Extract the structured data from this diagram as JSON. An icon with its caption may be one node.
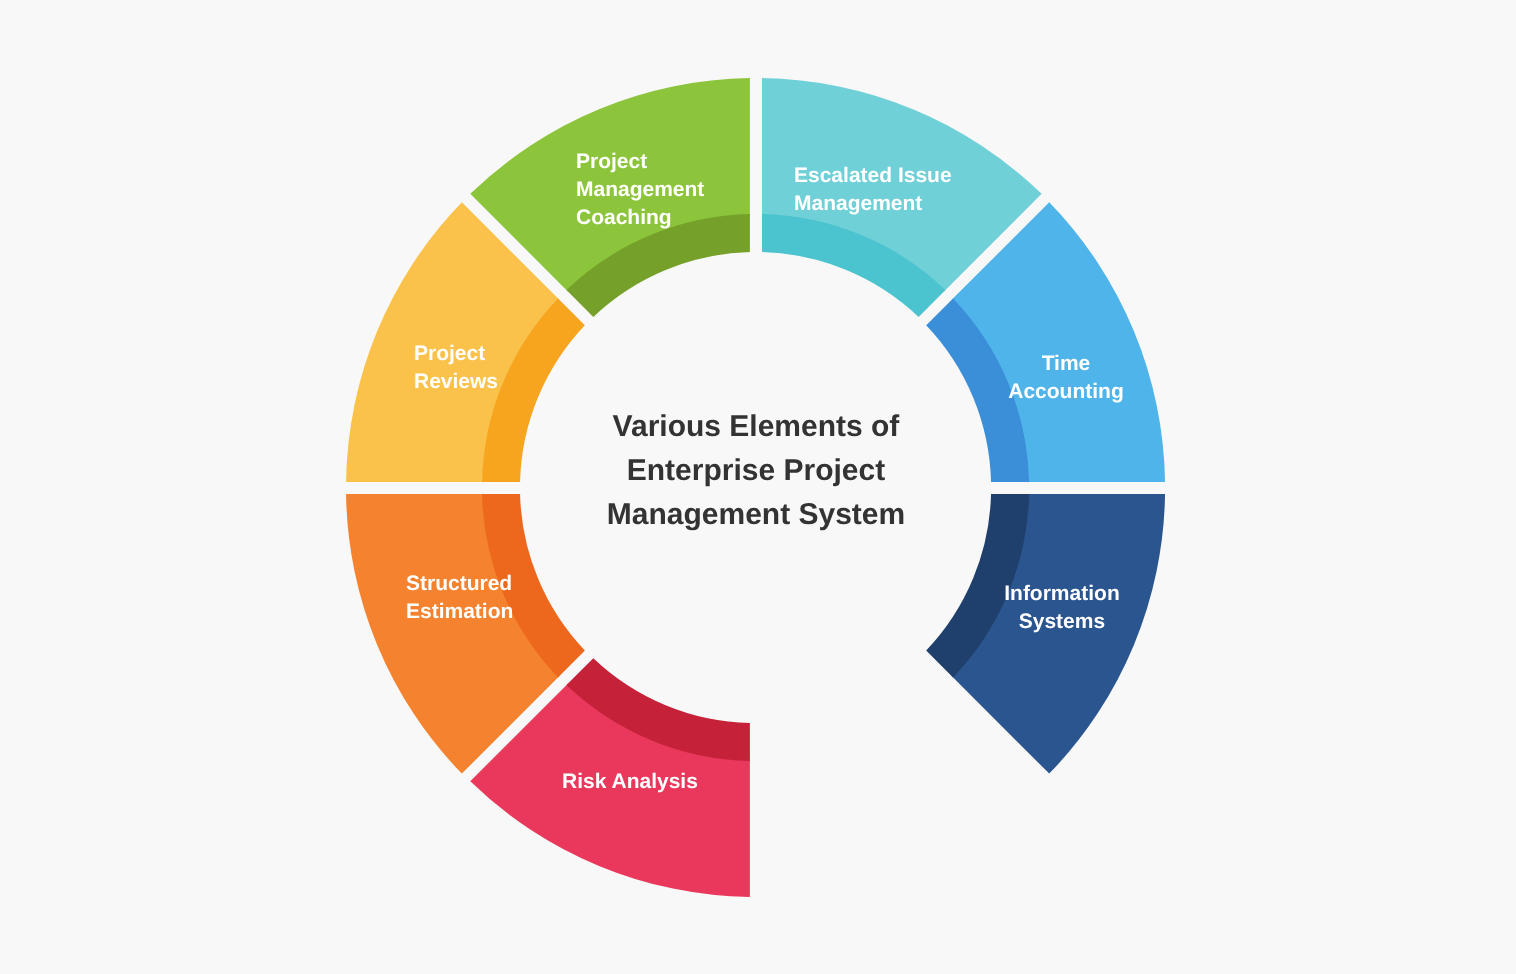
{
  "diagram": {
    "title": "Various Elements of Enterprise Project Management System",
    "nodes": [
      {
        "text": [
          "Escalated Issue Management"
        ]
      },
      {
        "text": [
          "Time Accounting"
        ]
      },
      {
        "text": [
          "Information Systems"
        ]
      },
      {
        "text": [
          "Risk Analysis"
        ]
      },
      {
        "text": [
          "Structured Estimation"
        ]
      },
      {
        "text": [
          "Project Reviews"
        ]
      },
      {
        "text": [
          "Project Management Coaching"
        ]
      }
    ]
  }
}
